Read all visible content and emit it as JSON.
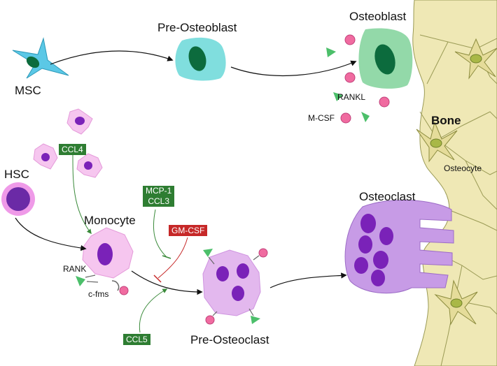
{
  "labels": {
    "msc": "MSC",
    "pre_osteoblast": "Pre-Osteoblast",
    "osteoblast": "Osteoblast",
    "rankl": "RANKL",
    "mcsf": "M-CSF",
    "bone": "Bone",
    "osteocyte": "Osteocyte",
    "hsc": "HSC",
    "monocyte": "Monocyte",
    "rank": "RANK",
    "cfms": "c-fms",
    "osteoclast": "Osteoclast",
    "pre_osteoclast": "Pre-Osteoclast"
  },
  "boxes": {
    "ccl4": "CCL4",
    "mcp1": "MCP-1",
    "ccl3": "CCL3",
    "gmcsf": "GM-CSF",
    "ccl5": "CCL5"
  },
  "colors": {
    "bone": "#efe8b5",
    "msc": "#5bc8e6",
    "nucleus_green": "#0c6b3d",
    "pre_osteoblast": "#80dede",
    "osteoblast": "#93d9a9",
    "osteocyte": "#a9b847",
    "pink_dot": "#f06ba0",
    "green_triangle": "#4cbf6a",
    "hsc_outer": "#ef9ae8",
    "hsc_inner": "#6b2aa6",
    "monocyte": "#f6c6ef",
    "purple_nucleus": "#7a22b8",
    "pre_osteoclast": "#e3b8ee",
    "osteoclast": "#c79be6",
    "box_green": "#2e7d32",
    "box_red": "#c62828"
  }
}
